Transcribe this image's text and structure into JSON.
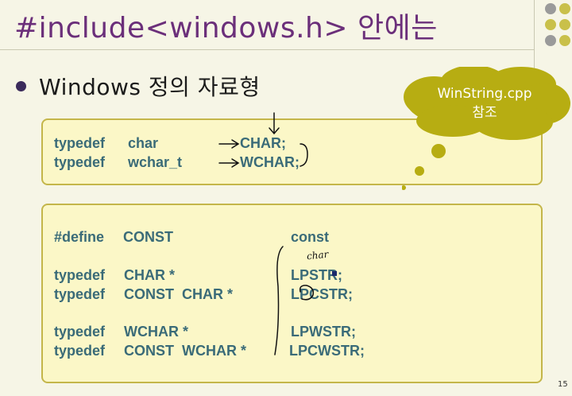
{
  "slide": {
    "title": "#include<windows.h> 안에는",
    "bullet": "Windows 정의 자료형",
    "callout": {
      "line1": "WinString.cpp",
      "line2": "참조"
    },
    "page_number": "15",
    "handwritten_note": "char",
    "box1": {
      "rows": [
        {
          "keyword": "typedef",
          "type": "char",
          "alias": "CHAR;"
        },
        {
          "keyword": "typedef",
          "type": "wchar_t",
          "alias": "WCHAR;"
        }
      ]
    },
    "box2": {
      "define": {
        "keyword": "#define",
        "name": "CONST",
        "value": "const"
      },
      "rows": [
        {
          "keyword": "typedef",
          "type": "CHAR *",
          "alias": "LPSTR;"
        },
        {
          "keyword": "typedef",
          "type": "CONST  CHAR *",
          "alias": "LPCSTR;"
        },
        {
          "keyword": "typedef",
          "type": "WCHAR *",
          "alias": "LPWSTR;"
        },
        {
          "keyword": "typedef",
          "type": "CONST  WCHAR *",
          "alias": "LPCWSTR;"
        }
      ]
    }
  },
  "colors": {
    "title": "#6b2f7a",
    "code": "#3a6b78",
    "box_fill": "#fbf7c7",
    "box_border": "#c4b64a",
    "cloud": "#b7ad12",
    "dot_gray": "#9a9a9a",
    "dot_olive": "#c9c04a"
  }
}
